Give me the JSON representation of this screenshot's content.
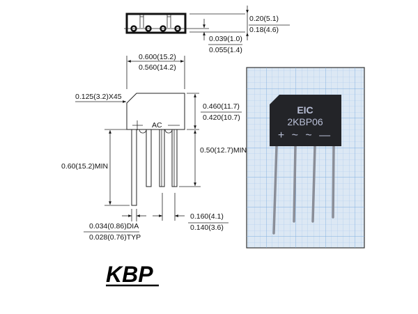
{
  "top_view": {
    "height_max": "0.20(5.1)",
    "height_min": "0.18(4.6)",
    "gap_min": "0.039(1.0)",
    "gap_max": "0.055(1.4)"
  },
  "front_view": {
    "width_max": "0.600(15.2)",
    "width_min": "0.560(14.2)",
    "chamfer": "0.125(3.2)X45",
    "body_height_max": "0.460(11.7)",
    "body_height_min": "0.420(10.7)",
    "ac_label": "AC",
    "long_lead": "0.60(15.2)MIN",
    "short_lead": "0.50(12.7)MIN",
    "lead_dia_max": "0.034(0.86)DIA",
    "lead_dia_min": "0.028(0.76)TYP",
    "pitch_max": "0.160(4.1)",
    "pitch_min": "0.140(3.6)"
  },
  "photo": {
    "brand": "EIC",
    "part_number": "2KBP06",
    "pin_marks": "+ ~ ~ —"
  },
  "package_name": "KBP",
  "colors": {
    "grid_bg": "#dce8f4",
    "grid_line": "#9ec1e6",
    "component": "#232428"
  }
}
